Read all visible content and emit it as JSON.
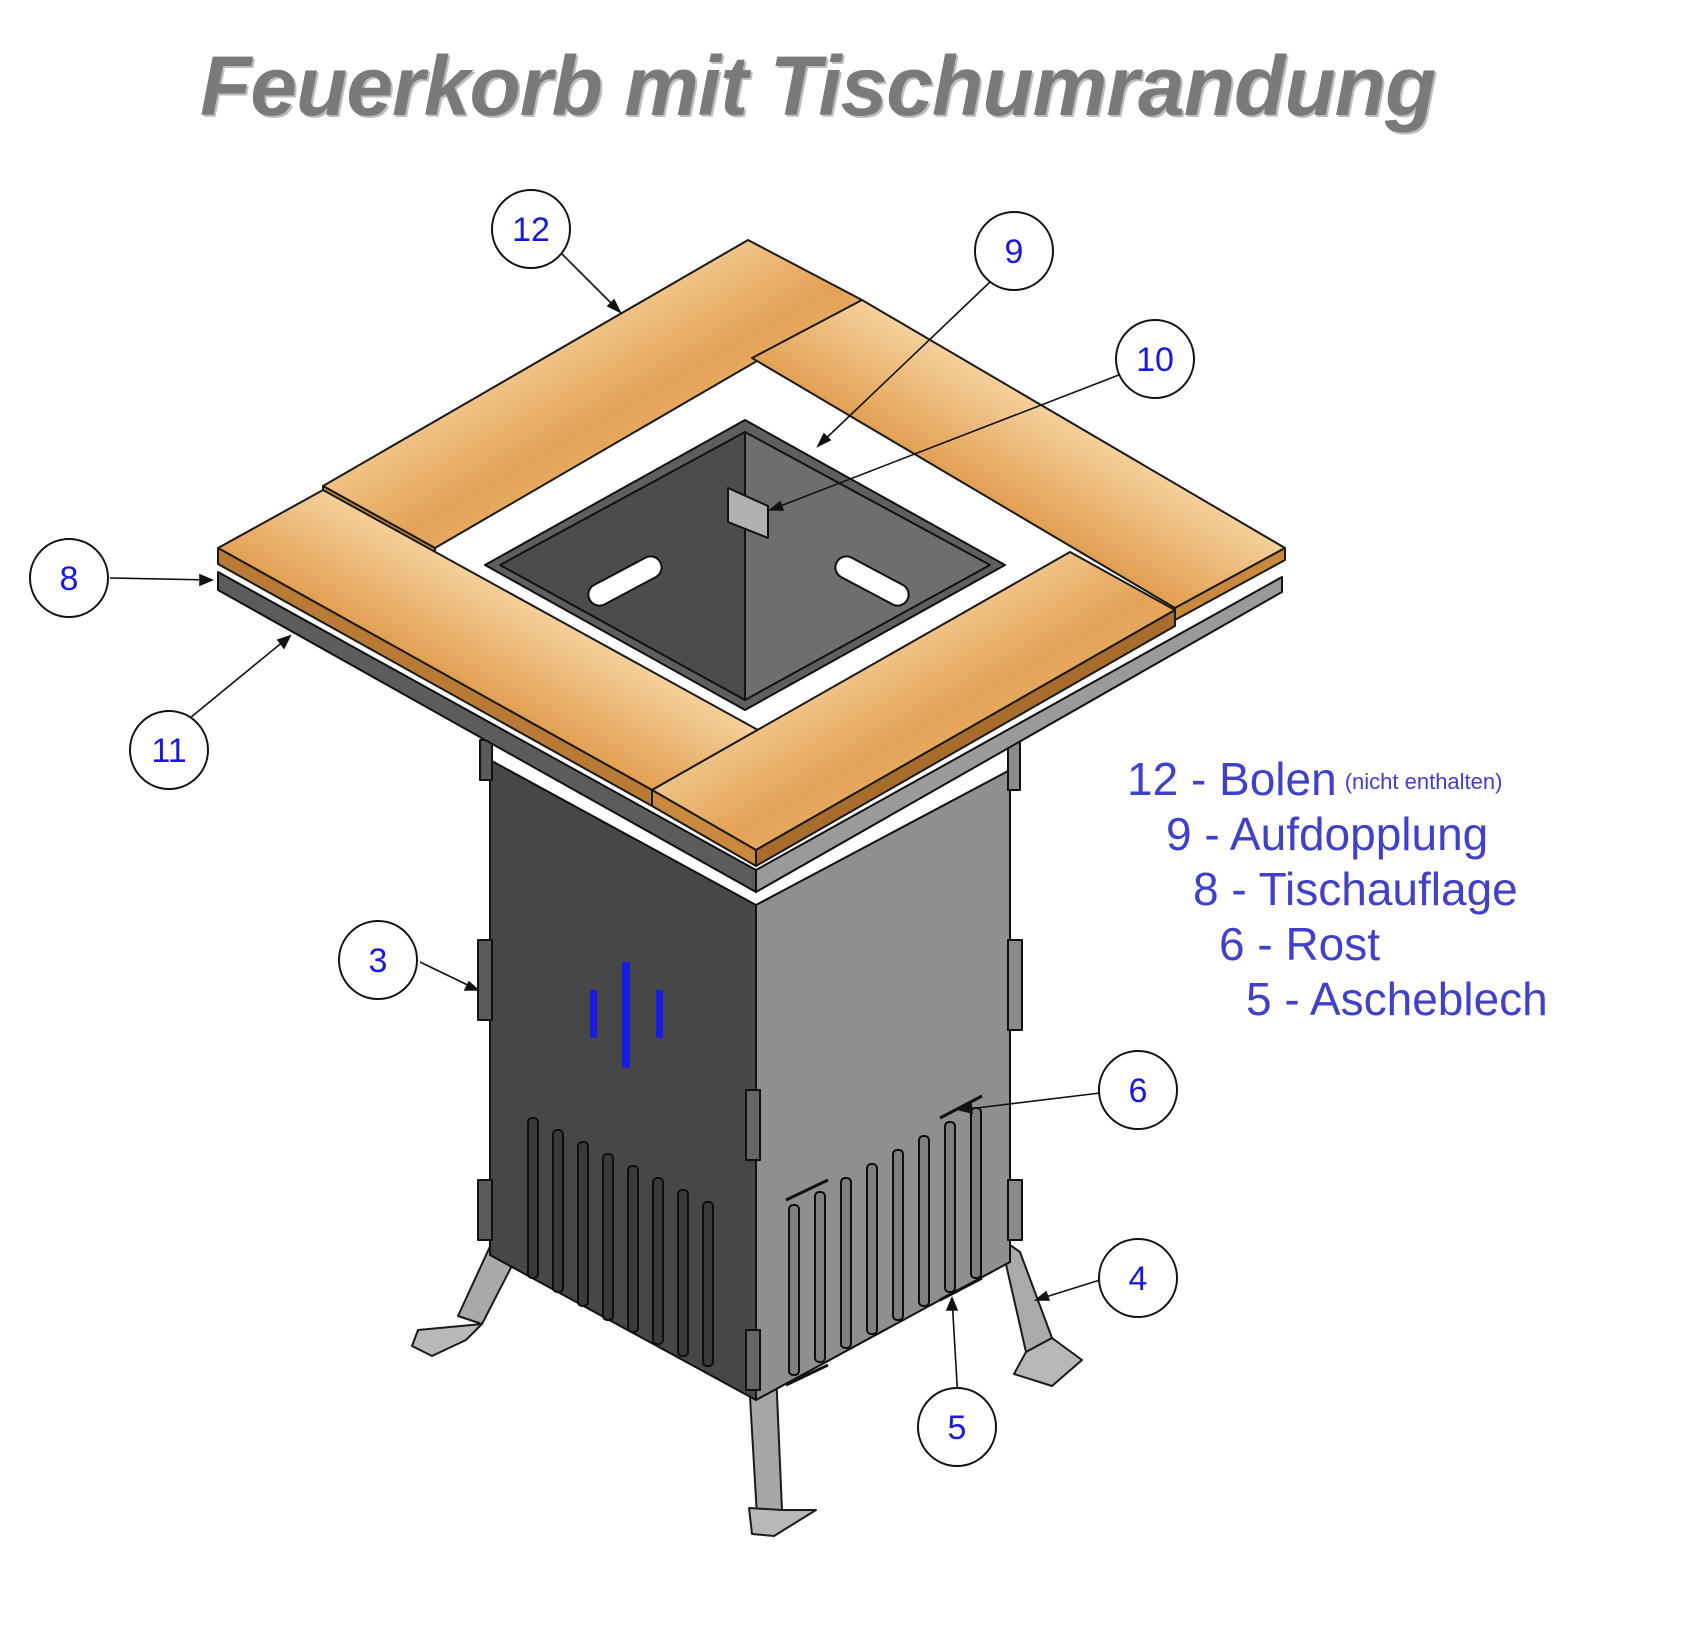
{
  "title": "Feuerkorb mit Tischumrandung",
  "callouts": [
    {
      "id": "12",
      "label": "12"
    },
    {
      "id": "9",
      "label": "9"
    },
    {
      "id": "10",
      "label": "10"
    },
    {
      "id": "8",
      "label": "8"
    },
    {
      "id": "11",
      "label": "11"
    },
    {
      "id": "3",
      "label": "3"
    },
    {
      "id": "6",
      "label": "6"
    },
    {
      "id": "4",
      "label": "4"
    },
    {
      "id": "5",
      "label": "5"
    }
  ],
  "legend": [
    {
      "text": "12 - Bolen",
      "note": "(nicht enthalten)"
    },
    {
      "text": "9 - Aufdopplung",
      "note": ""
    },
    {
      "text": "8 - Tischauflage",
      "note": ""
    },
    {
      "text": "6 - Rost",
      "note": ""
    },
    {
      "text": "5 - Ascheblech",
      "note": ""
    }
  ],
  "colors": {
    "wood": "#e6a85a",
    "wood_light": "#f2c98e",
    "steel_dark": "#444444",
    "steel_mid": "#8c8c8c",
    "steel_light": "#a8a8a8",
    "callout_text": "#1a1ad6",
    "legend_text": "#4040c8",
    "title": "#7a7a7a",
    "logo_mark": "#1a1ae0"
  }
}
